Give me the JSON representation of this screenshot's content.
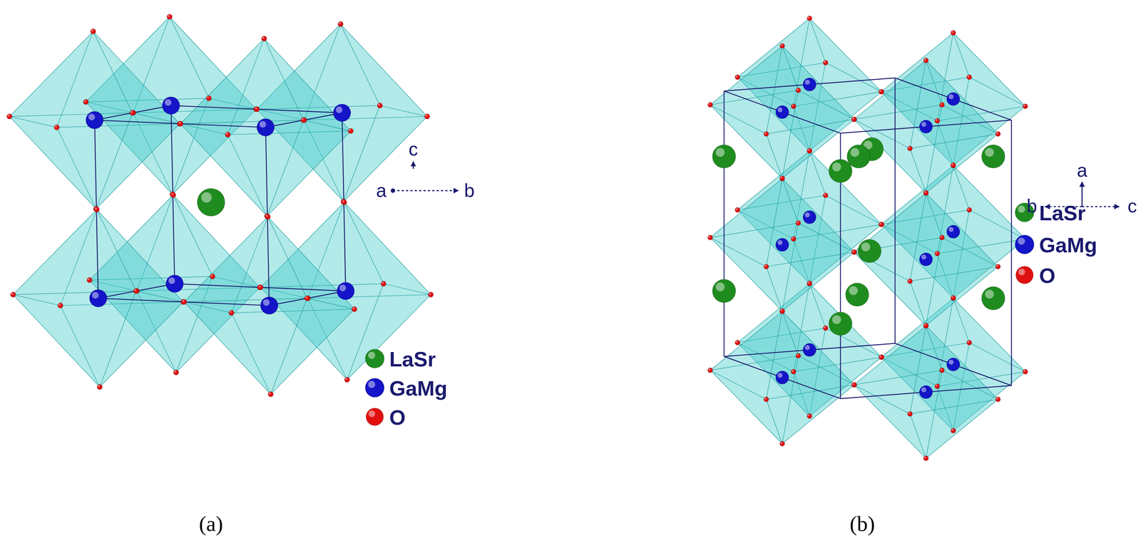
{
  "diagram": {
    "labels": [
      "c",
      "a",
      "b",
      "a",
      "b",
      "c",
      "(a)",
      "(b)"
    ],
    "legend": [
      {
        "text": "LaSr",
        "color": "#1e8c1e"
      },
      {
        "text": "GaMg",
        "color": "#1414c8"
      },
      {
        "text": "O",
        "color": "#e01010"
      },
      {
        "text": "LaSr",
        "color": "#1e8c1e"
      },
      {
        "text": "GaMg",
        "color": "#1414c8"
      },
      {
        "text": "O",
        "color": "#e01010"
      }
    ]
  }
}
